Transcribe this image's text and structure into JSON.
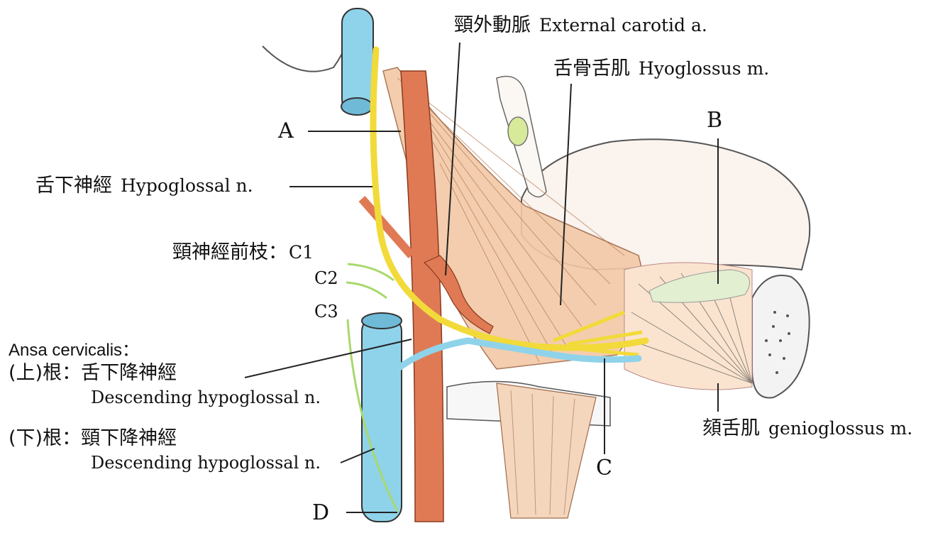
{
  "labels": {
    "external_carotid_zh": "頸外動脈",
    "external_carotid_en": "External carotid a.",
    "hyoglossus_zh": "舌骨舌肌",
    "hyoglossus_en": "Hyoglossus m.",
    "letter_a": "A",
    "letter_b": "B",
    "letter_c": "C",
    "letter_d": "D",
    "hypoglossal_zh": "舌下神經",
    "hypoglossal_en": "Hypoglossal n.",
    "cervical_branch_zh": "頸神經前枝：",
    "c1": "C1",
    "c2": "C2",
    "c3": "C3",
    "ansa_title": "Ansa cervicalis：",
    "upper_root_zh": "(上)根：舌下降神經",
    "upper_root_en": "Descending hypoglossal n.",
    "lower_root_zh": "(下)根：頸下降神經",
    "lower_root_en": "Descending hypoglossal n.",
    "genioglossus_zh": "頦舌肌",
    "genioglossus_en": "genioglossus m."
  },
  "colors": {
    "vein": "#8fd3ea",
    "artery": "#e07a55",
    "nerve_yellow": "#f2da3a",
    "nerve_green": "#a9d86e",
    "muscle": "#f2c8a5",
    "outline": "#333333"
  }
}
